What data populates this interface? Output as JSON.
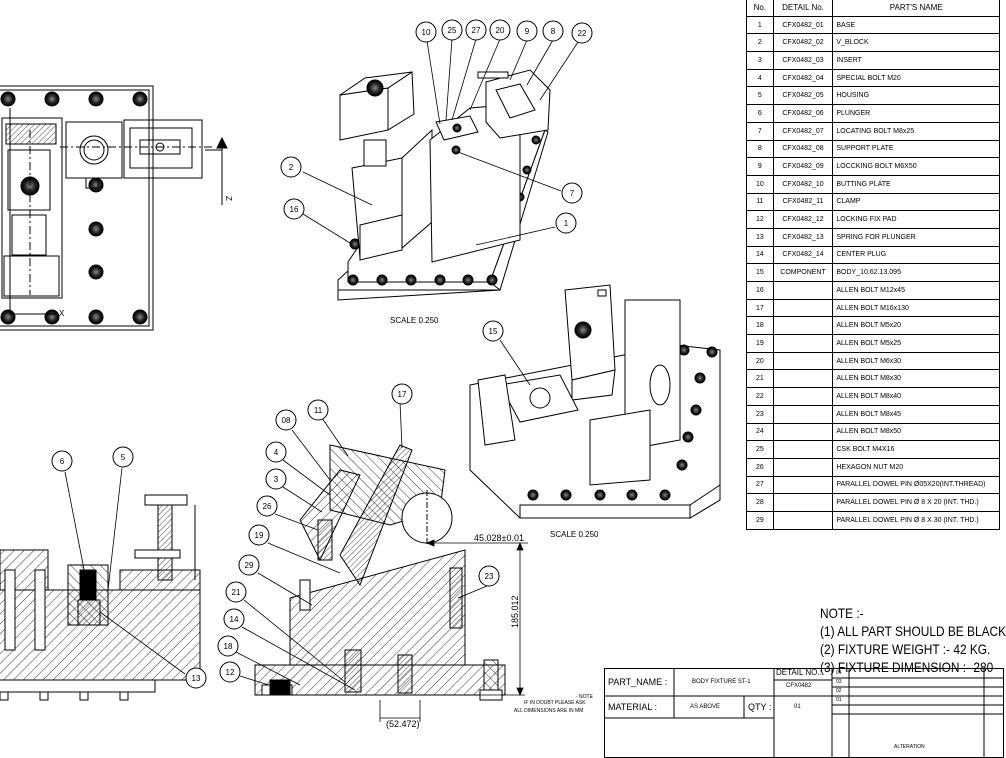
{
  "parts_table": {
    "headers": [
      "No.",
      "DETAIL No.",
      "PART'S NAME"
    ],
    "rows": [
      {
        "no": "1",
        "detail": "CFX0482_01",
        "name": "BASE"
      },
      {
        "no": "2",
        "detail": "CFX0482_02",
        "name": "V_BLOCK"
      },
      {
        "no": "3",
        "detail": "CFX0482_03",
        "name": "INSERT"
      },
      {
        "no": "4",
        "detail": "CFX0482_04",
        "name": "SPECIAL BOLT M20"
      },
      {
        "no": "5",
        "detail": "CFX0482_05",
        "name": "HOUSING"
      },
      {
        "no": "6",
        "detail": "CFX0482_06",
        "name": "PLUNGER"
      },
      {
        "no": "7",
        "detail": "CFX0482_07",
        "name": "LOCATING BOLT M8x25"
      },
      {
        "no": "8",
        "detail": "CFX0482_08",
        "name": "SUPPORT PLATE"
      },
      {
        "no": "9",
        "detail": "CFX0482_09",
        "name": "LOCCKING BOLT M6X50"
      },
      {
        "no": "10",
        "detail": "CFX0482_10",
        "name": "BUTTING PLATE"
      },
      {
        "no": "11",
        "detail": "CFX0482_11",
        "name": "CLAMP"
      },
      {
        "no": "12",
        "detail": "CFX0482_12",
        "name": "LOCKING FIX PAD"
      },
      {
        "no": "13",
        "detail": "CFX0482_13",
        "name": "SPRING FOR PLUNGER"
      },
      {
        "no": "14",
        "detail": "CFX0482_14",
        "name": "CENTER PLUG"
      },
      {
        "no": "15",
        "detail": "COMPONENT",
        "name": "BODY_10.62.13.095"
      },
      {
        "no": "16",
        "detail": "",
        "name": "ALLEN BOLT M12x45"
      },
      {
        "no": "17",
        "detail": "",
        "name": "ALLEN BOLT M16x130"
      },
      {
        "no": "18",
        "detail": "",
        "name": "ALLEN BOLT M5x20"
      },
      {
        "no": "19",
        "detail": "",
        "name": "ALLEN BOLT M5x25"
      },
      {
        "no": "20",
        "detail": "",
        "name": "ALLEN BOLT M6x30"
      },
      {
        "no": "21",
        "detail": "",
        "name": "ALLEN BOLT M8x30"
      },
      {
        "no": "22",
        "detail": "",
        "name": "ALLEN BOLT M8x40"
      },
      {
        "no": "23",
        "detail": "",
        "name": "ALLEN BOLT M8x45"
      },
      {
        "no": "24",
        "detail": "",
        "name": "ALLEN BOLT M8x50"
      },
      {
        "no": "25",
        "detail": "",
        "name": "CSK BOLT M4X16"
      },
      {
        "no": "26",
        "detail": "",
        "name": "HEXAGON NUT M20"
      },
      {
        "no": "27",
        "detail": "",
        "name": "PARALLEL DOWEL PIN Ø05X20(INT.THREAD)"
      },
      {
        "no": "28",
        "detail": "",
        "name": "PARALLEL DOWEL PIN Ø 8 X 20 (INT. THD.)"
      },
      {
        "no": "29",
        "detail": "",
        "name": "PARALLEL DOWEL PIN Ø 8 X 30 (INT. THD.)"
      }
    ]
  },
  "views": {
    "iso_top_scale": "SCALE  0.250",
    "iso_right_scale": "SCALE  0.250",
    "top_view_axis_x": "X",
    "top_view_axis_z": "Z"
  },
  "balloons_iso_top": [
    "10",
    "25",
    "27",
    "20",
    "9",
    "8",
    "22",
    "2",
    "7",
    "16",
    "1"
  ],
  "balloons_iso_right": [
    "15"
  ],
  "balloons_section_left": [
    "6",
    "5",
    "13"
  ],
  "balloons_section_mid": [
    "17",
    "08",
    "11",
    "4",
    "3",
    "26",
    "19",
    "29",
    "23",
    "21",
    "14",
    "18",
    "12"
  ],
  "dimensions": {
    "width_dim": "45.028±0.01",
    "height_dim": "185.012",
    "bottom_dim": "(52.472)"
  },
  "notes": {
    "heading": "NOTE :-",
    "items": [
      "(1)  ALL PART SHOULD BE BLACK",
      "(2) FIXTURE WEIGHT :- 42 KG.",
      "(3) FIXTURE DIMENSION :- 280"
    ]
  },
  "title_block": {
    "part_name_label": "PART_NAME :",
    "part_name_value": "BODY FIXTURE ST-1",
    "detail_no_label": "DETAIL NO.:",
    "detail_no_value": "CFX0482",
    "material_label": "MATERIAL :",
    "material_value": "AS ABOVE",
    "qty_label": "QTY :",
    "qty_value": "01",
    "rev_cells": [
      "04",
      "03",
      "02",
      "01"
    ],
    "side_note_1": "- NOTE",
    "side_note_2": "IF IN DOUBT PLEASE ASK",
    "side_note_3": "ALL DIMENSIONS ARE IN MM",
    "alteration": "ALTERATION"
  }
}
